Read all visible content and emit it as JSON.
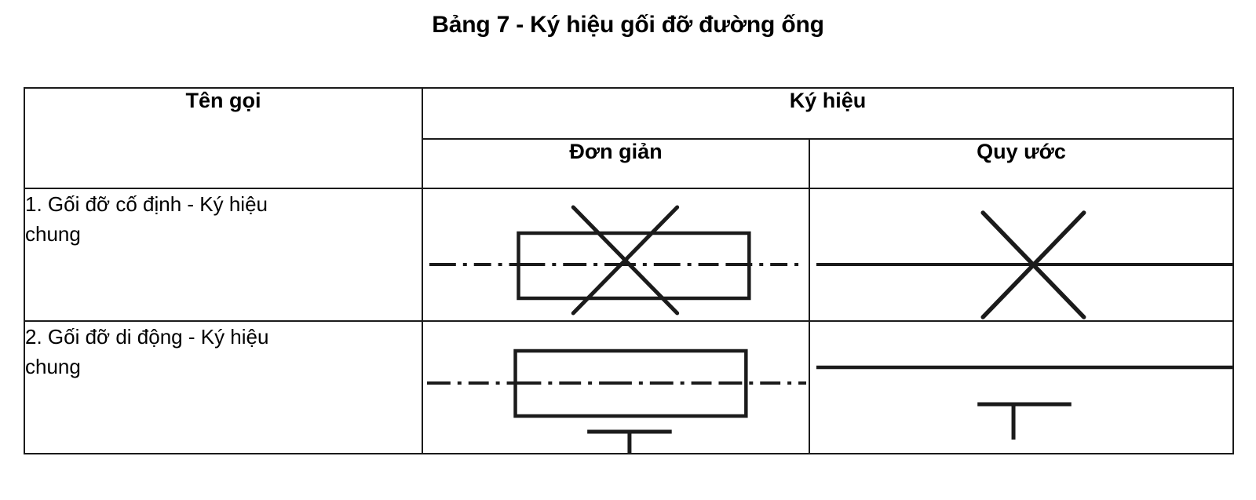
{
  "document": {
    "title": "Bảng 7 - Ký hiệu gối đỡ đường ống"
  },
  "table": {
    "headers": {
      "name_column": "Tên gọi",
      "symbol_group": "Ký hiệu",
      "symbol_simple": "Đơn giản",
      "symbol_conventional": "Quy ước"
    },
    "rows": [
      {
        "name_line1": "1. Gối đỡ cố định - Ký hiệu",
        "name_line2": "chung",
        "simple_symbol": "fixed-support-simple-symbol",
        "conventional_symbol": "fixed-support-conventional-symbol"
      },
      {
        "name_line1": "2. Gối đỡ di động - Ký hiệu",
        "name_line2": "chung",
        "simple_symbol": "sliding-support-simple-symbol",
        "conventional_symbol": "sliding-support-conventional-symbol"
      }
    ]
  },
  "style": {
    "ink_color": "#1b1b1b",
    "page_background": "#ffffff"
  }
}
